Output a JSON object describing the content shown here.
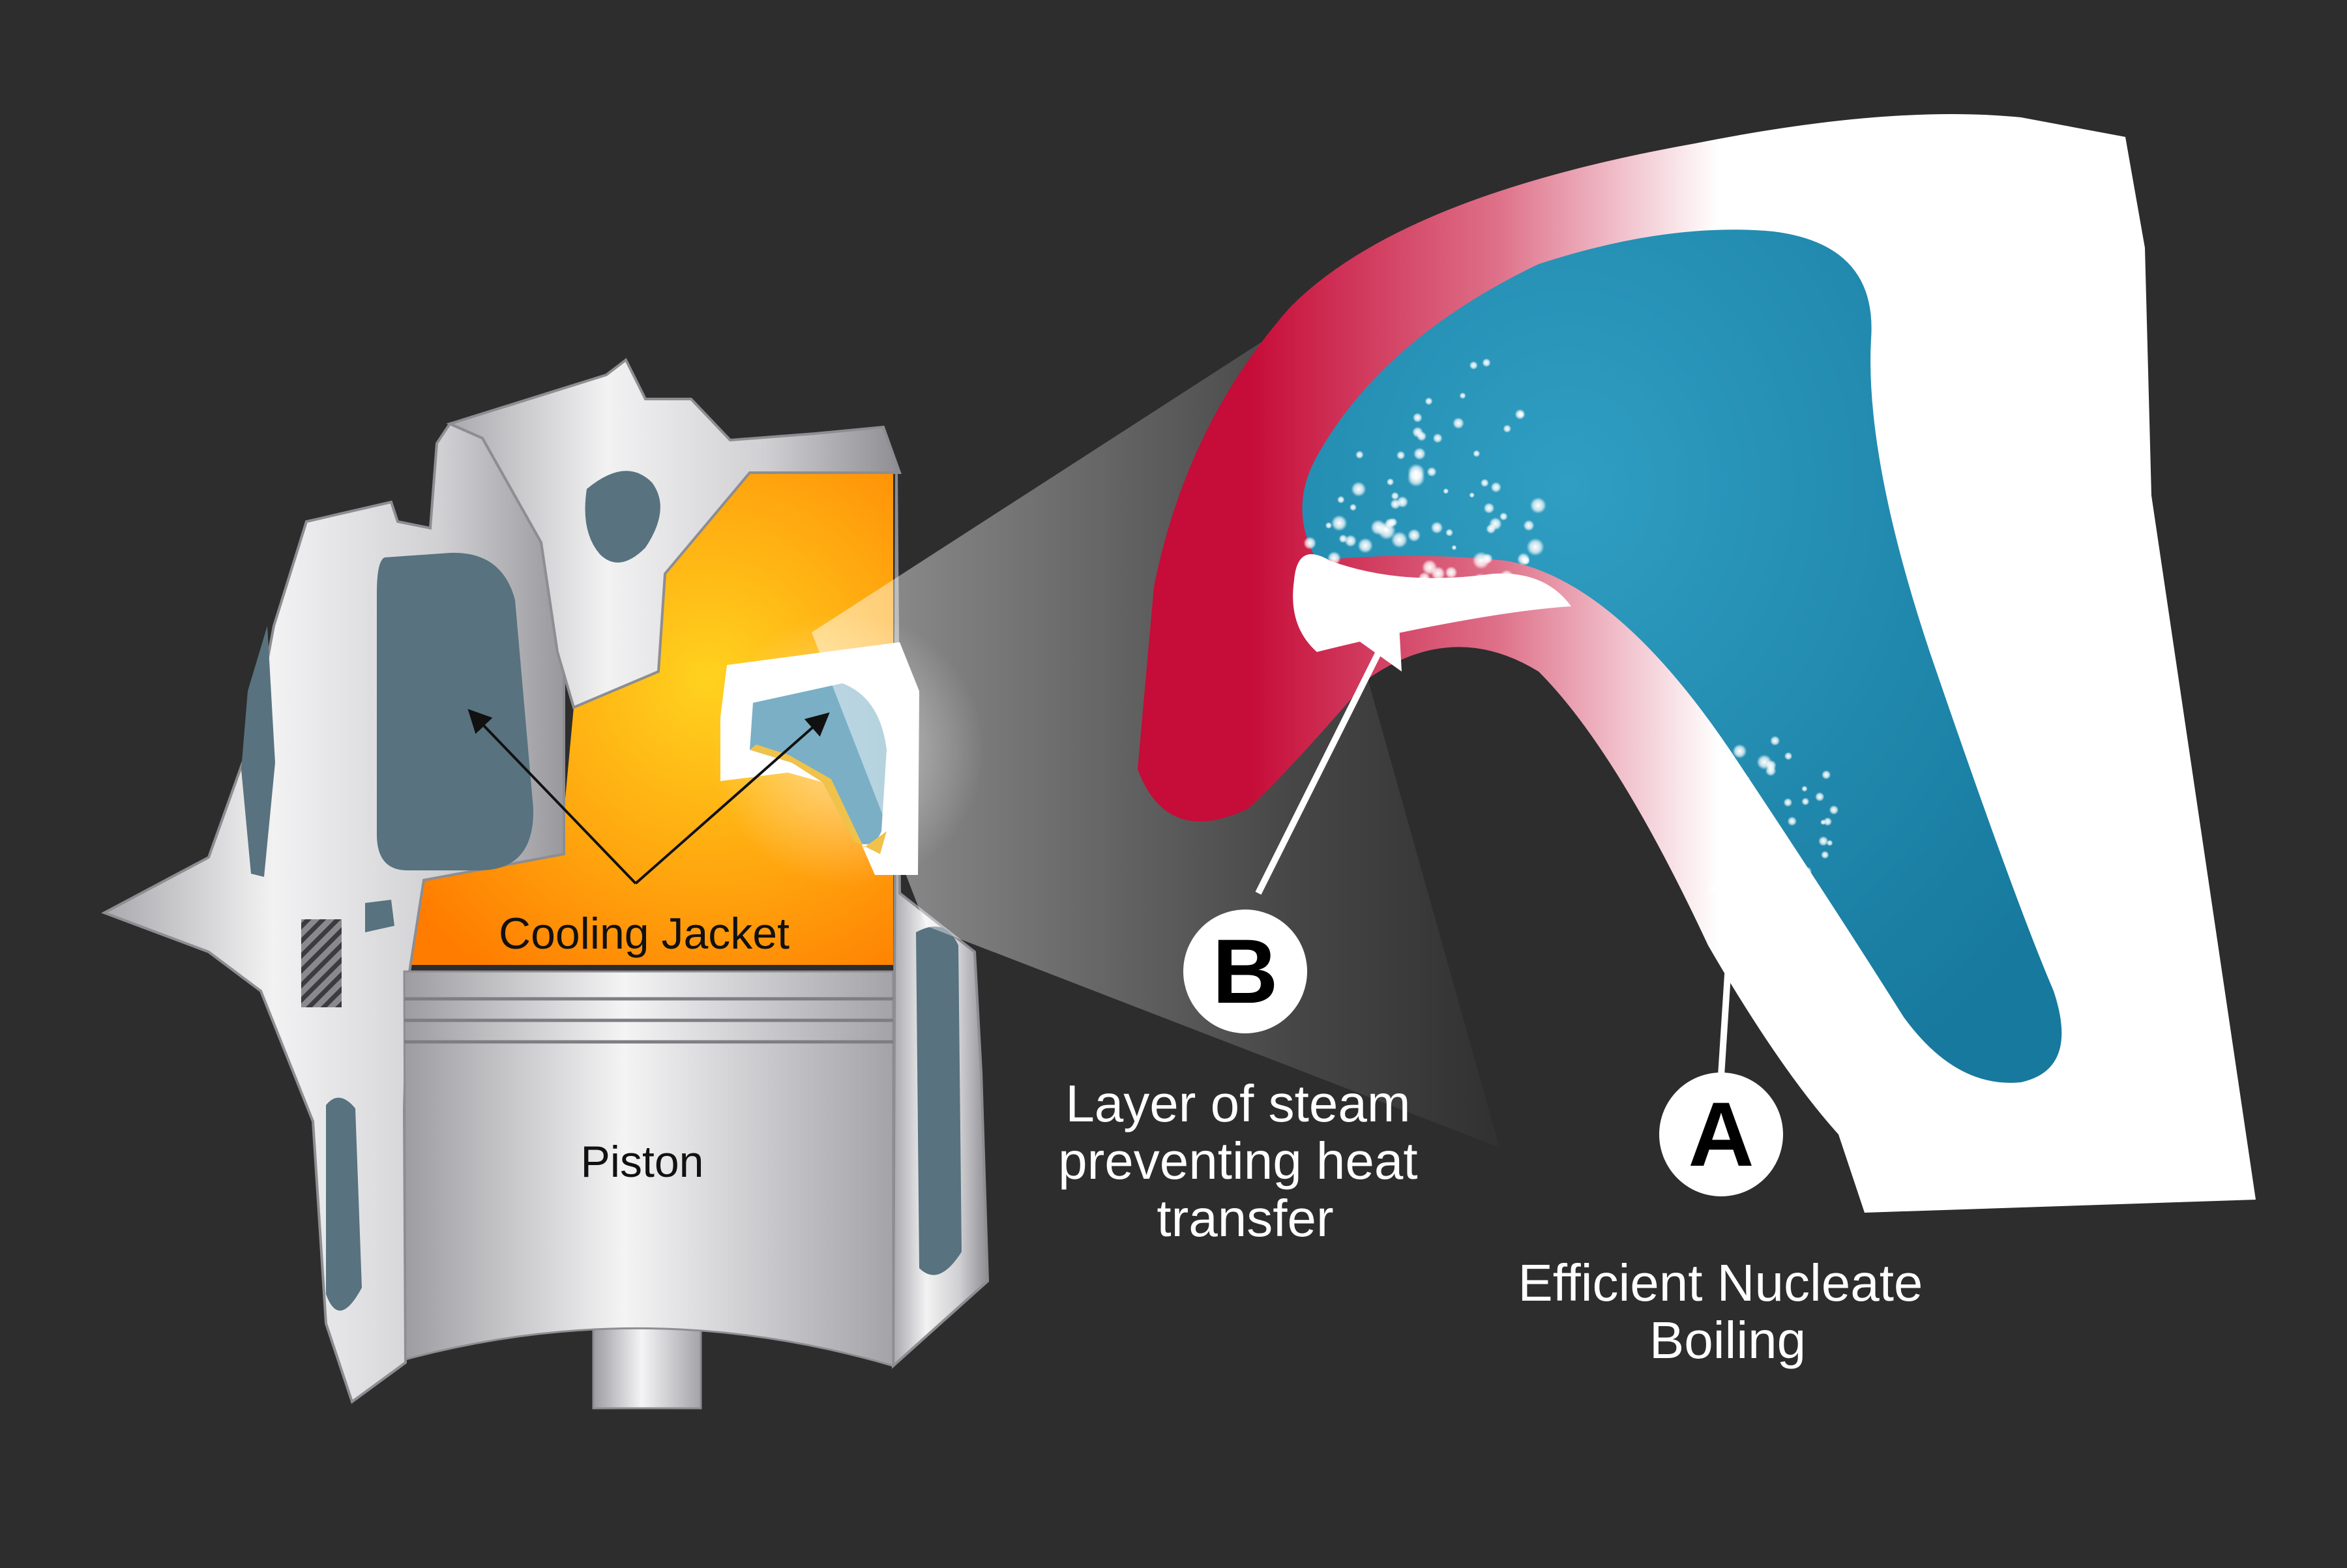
{
  "labels": {
    "cooling_jacket": "Cooling Jacket",
    "piston": "Piston",
    "badge_b": "B",
    "badge_a": "A",
    "steam_layer": [
      "Layer of steam",
      "preventing heat",
      "transfer"
    ],
    "nucleate_boiling": [
      "Efficient Nucleate",
      "Boiling"
    ]
  },
  "colors": {
    "background": "#2d2d2d",
    "combustion_inner": "#ffd21f",
    "combustion_outer": "#ff7c00",
    "coolant": "#1e86aa",
    "hot_metal": "#c60c38",
    "engine_metal": "#d6d6d8",
    "passage": "#58727f"
  }
}
